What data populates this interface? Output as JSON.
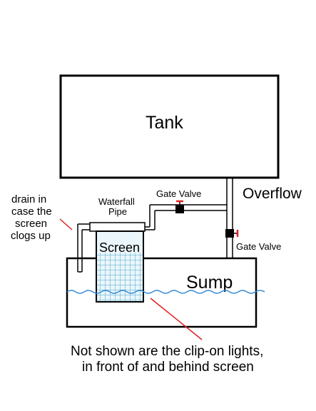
{
  "labels": {
    "tank": "Tank",
    "overflow": "Overflow",
    "gate_valve_top": "Gate Valve",
    "gate_valve_side": "Gate Valve",
    "waterfall_line1": "Waterfall",
    "waterfall_line2": "Pipe",
    "drain_line1": "drain in",
    "drain_line2": "case the",
    "drain_line3": "screen",
    "drain_line4": "clogs up",
    "screen": "Screen",
    "sump": "Sump",
    "note_line1": "Not shown are the clip-on lights,",
    "note_line2": "in front of and behind screen"
  },
  "colors": {
    "outline": "#000000",
    "water": "#3b8fd6",
    "grid": "#4aa6c8",
    "screen_fill": "#eaf6fb",
    "valve_handle": "#e02020",
    "pointer": "#e02020"
  }
}
